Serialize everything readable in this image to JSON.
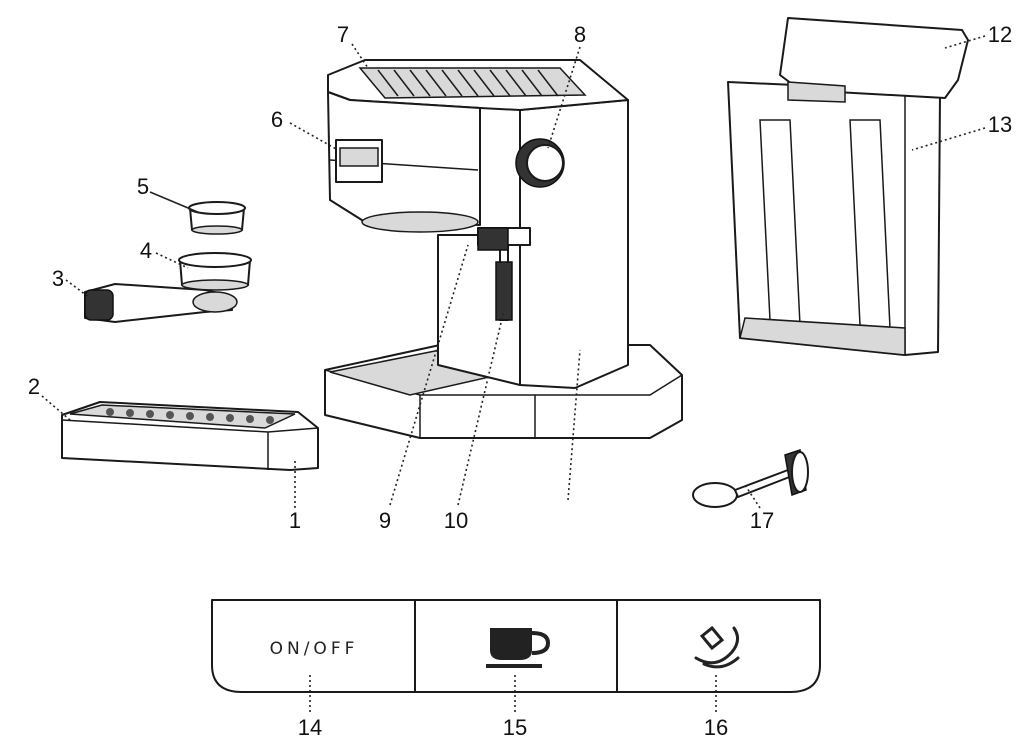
{
  "part_numbers": [
    "1",
    "2",
    "3",
    "4",
    "5",
    "6",
    "7",
    "8",
    "9",
    "10",
    "12",
    "13",
    "17"
  ],
  "panel": {
    "button_1_label": "ON/OFF",
    "button_2_icon": "coffee-cup-icon",
    "button_3_icon": "steam-icon",
    "callouts": [
      "14",
      "15",
      "16"
    ]
  }
}
